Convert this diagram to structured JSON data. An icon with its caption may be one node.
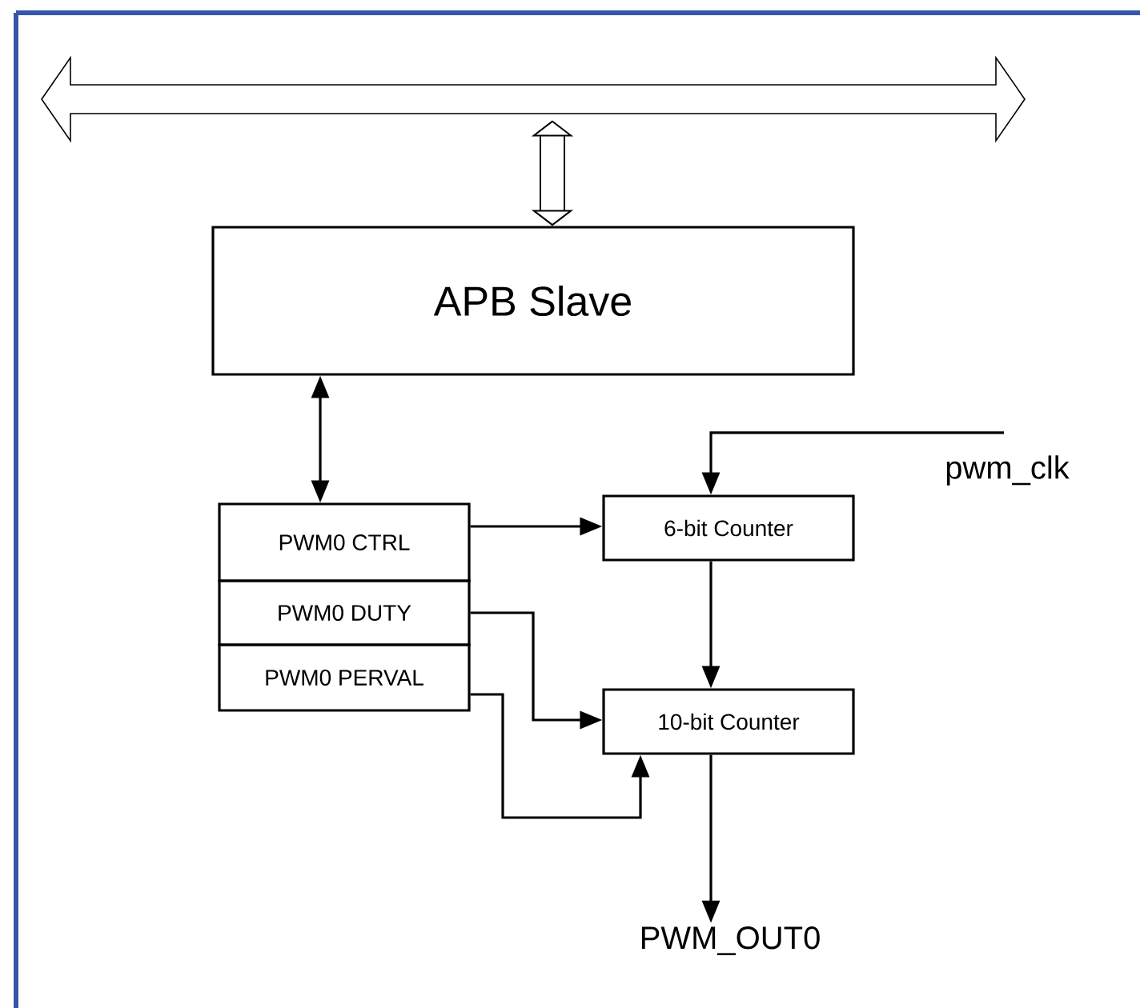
{
  "diagram": {
    "nodes": [
      {
        "text": [],
        "shape": "bar"
      },
      {
        "text": [
          "APB Slave"
        ]
      },
      {
        "text": [
          "PWM0 CTRL"
        ]
      },
      {
        "text": [
          "PWM0 DUTY"
        ]
      },
      {
        "text": [
          "PWM0 PERVAL"
        ]
      },
      {
        "text": [
          "6-bit Counter"
        ]
      },
      {
        "text": [
          "10-bit Counter"
        ]
      },
      {
        "text": [
          "pwm_clk"
        ]
      },
      {
        "text": [
          "PWM_OUT0"
        ]
      }
    ],
    "edges": [
      {
        "from": 0,
        "to": 1,
        "arrow": "both",
        "style": "thick"
      },
      {
        "from": 1,
        "to": 2,
        "arrow": "both"
      },
      {
        "from": 2,
        "to": 5,
        "arrow": "to"
      },
      {
        "from": 3,
        "to": 6,
        "arrow": "to"
      },
      {
        "from": 4,
        "to": 6,
        "arrow": "to"
      },
      {
        "from": 7,
        "to": 5,
        "arrow": "to"
      },
      {
        "from": 5,
        "to": 6,
        "arrow": "to"
      },
      {
        "from": 6,
        "to": 8,
        "arrow": "to"
      }
    ]
  }
}
